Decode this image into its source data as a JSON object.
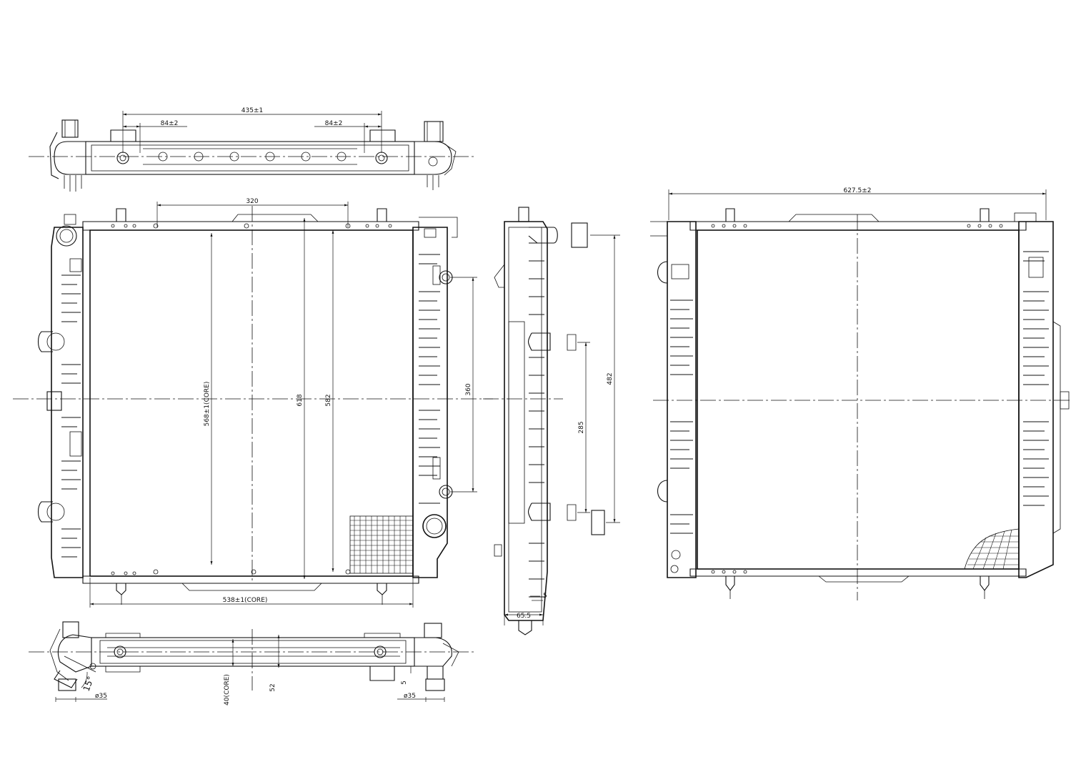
{
  "dimensions": {
    "top_width": "435±1",
    "top_left_pitch": "84±2",
    "top_right_pitch": "84±2",
    "front_320": "320",
    "core_height": "568±1(CORE)",
    "height_618": "618",
    "height_582": "582",
    "height_360": "360",
    "core_width": "538±1(CORE)",
    "side_482": "482",
    "side_285": "285",
    "side_5": "5",
    "side_depth": "65.5",
    "rear_width": "627.5±2",
    "bottom_core": "40(CORE)",
    "bottom_52": "52",
    "bottom_5": "5",
    "bottom_left_dia": "ø35",
    "bottom_right_dia": "ø35",
    "bottom_angle": "15°"
  }
}
